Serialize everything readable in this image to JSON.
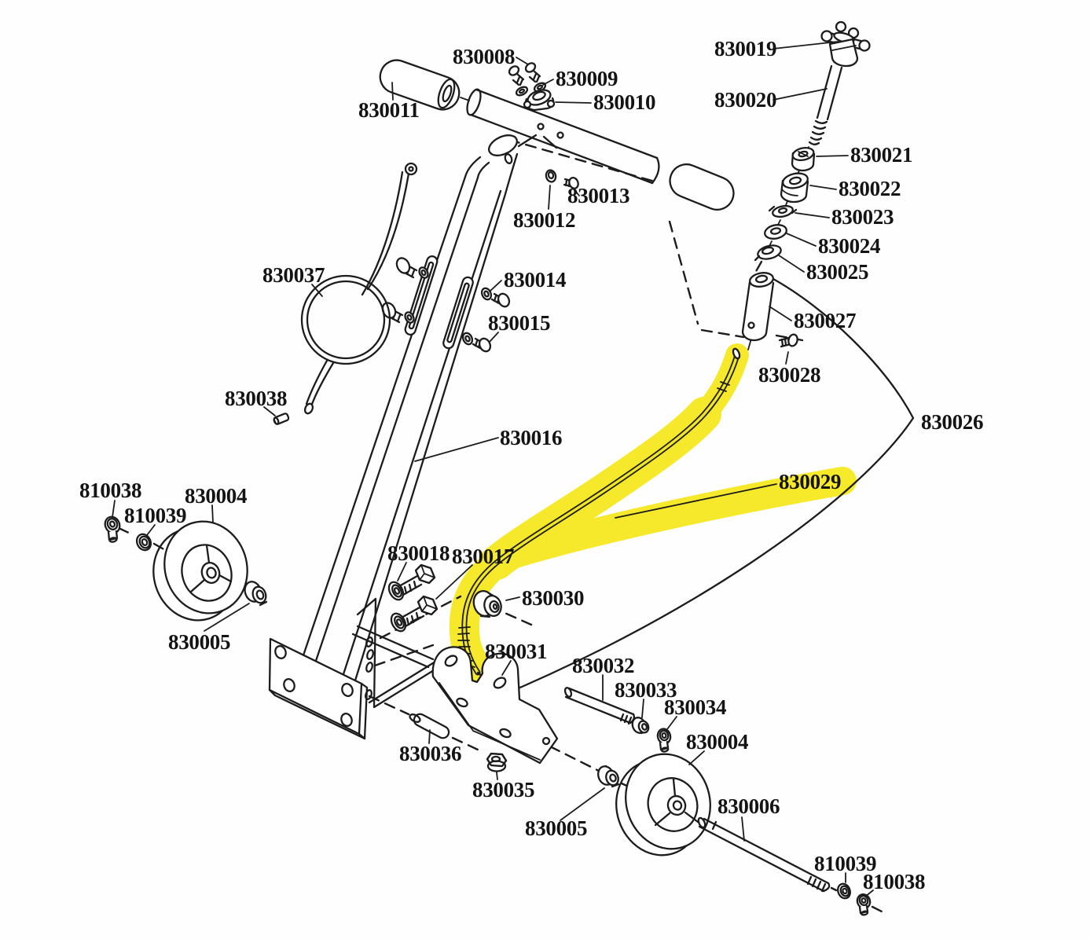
{
  "diagram": {
    "kind": "exploded-parts-diagram",
    "background_color": "#fefefe",
    "line_color": "#1c1c1c",
    "highlight_color": "#f6e70e",
    "highlighted_part": "830029",
    "labels": [
      {
        "part": "830008",
        "text": "830008"
      },
      {
        "part": "830009",
        "text": "830009"
      },
      {
        "part": "830010",
        "text": "830010"
      },
      {
        "part": "830011",
        "text": "830011"
      },
      {
        "part": "830019",
        "text": "830019"
      },
      {
        "part": "830020",
        "text": "830020"
      },
      {
        "part": "830021",
        "text": "830021"
      },
      {
        "part": "830022",
        "text": "830022"
      },
      {
        "part": "830023",
        "text": "830023"
      },
      {
        "part": "830024",
        "text": "830024"
      },
      {
        "part": "830025",
        "text": "830025"
      },
      {
        "part": "830013",
        "text": "830013"
      },
      {
        "part": "830012",
        "text": "830012"
      },
      {
        "part": "830037",
        "text": "830037"
      },
      {
        "part": "830014",
        "text": "830014"
      },
      {
        "part": "830015",
        "text": "830015"
      },
      {
        "part": "830027",
        "text": "830027"
      },
      {
        "part": "830028",
        "text": "830028"
      },
      {
        "part": "830026",
        "text": "830026"
      },
      {
        "part": "830038",
        "text": "830038"
      },
      {
        "part": "830016",
        "text": "830016"
      },
      {
        "part": "830029",
        "text": "830029"
      },
      {
        "part": "810038",
        "text": "810038"
      },
      {
        "part": "830004",
        "text": "830004"
      },
      {
        "part": "810039",
        "text": "810039"
      },
      {
        "part": "830018",
        "text": "830018"
      },
      {
        "part": "830017",
        "text": "830017"
      },
      {
        "part": "830030",
        "text": "830030"
      },
      {
        "part": "830005",
        "text": "830005"
      },
      {
        "part": "830031",
        "text": "830031"
      },
      {
        "part": "830032",
        "text": "830032"
      },
      {
        "part": "830033",
        "text": "830033"
      },
      {
        "part": "830034",
        "text": "830034"
      },
      {
        "part": "830004",
        "text": "830004"
      },
      {
        "part": "830036",
        "text": "830036"
      },
      {
        "part": "830035",
        "text": "830035"
      },
      {
        "part": "830006",
        "text": "830006"
      },
      {
        "part": "830005",
        "text": "830005"
      },
      {
        "part": "810039",
        "text": "810039"
      },
      {
        "part": "810038",
        "text": "810038"
      }
    ]
  }
}
